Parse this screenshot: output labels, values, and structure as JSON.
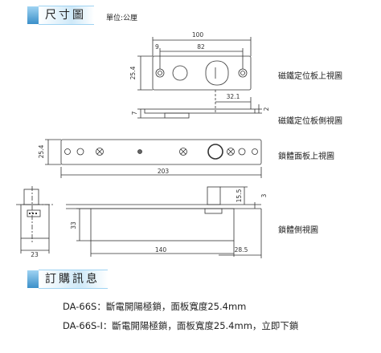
{
  "header": {
    "title": "尺寸圖",
    "unit": "單位:公厘"
  },
  "dimensions": {
    "top_total": "100",
    "top_hole_edge": "9",
    "top_hole_span": "82",
    "top_height": "25.4",
    "side_offset": "32.1",
    "side_thick": "2",
    "side_height": "7",
    "body_height": "25.4",
    "body_length": "203",
    "bolt_height": "15.5",
    "bolt_top": "3",
    "body_depth": "33",
    "body_main": "140",
    "body_tail": "28.5",
    "end_width": "23"
  },
  "views": {
    "top": "磁鐵定位板上視圖",
    "side": "磁鐵定位板側視圖",
    "faceplate": "鎖體面板上視圖",
    "body": "鎖體側視圖"
  },
  "order": {
    "title": "訂購訊息",
    "items": [
      "DA-66S：斷電開陽極鎖，面板寬度25.4mm",
      "DA-66S-I：斷電開陽極鎖，面板寬度25.4mm，立即下鎖"
    ]
  }
}
